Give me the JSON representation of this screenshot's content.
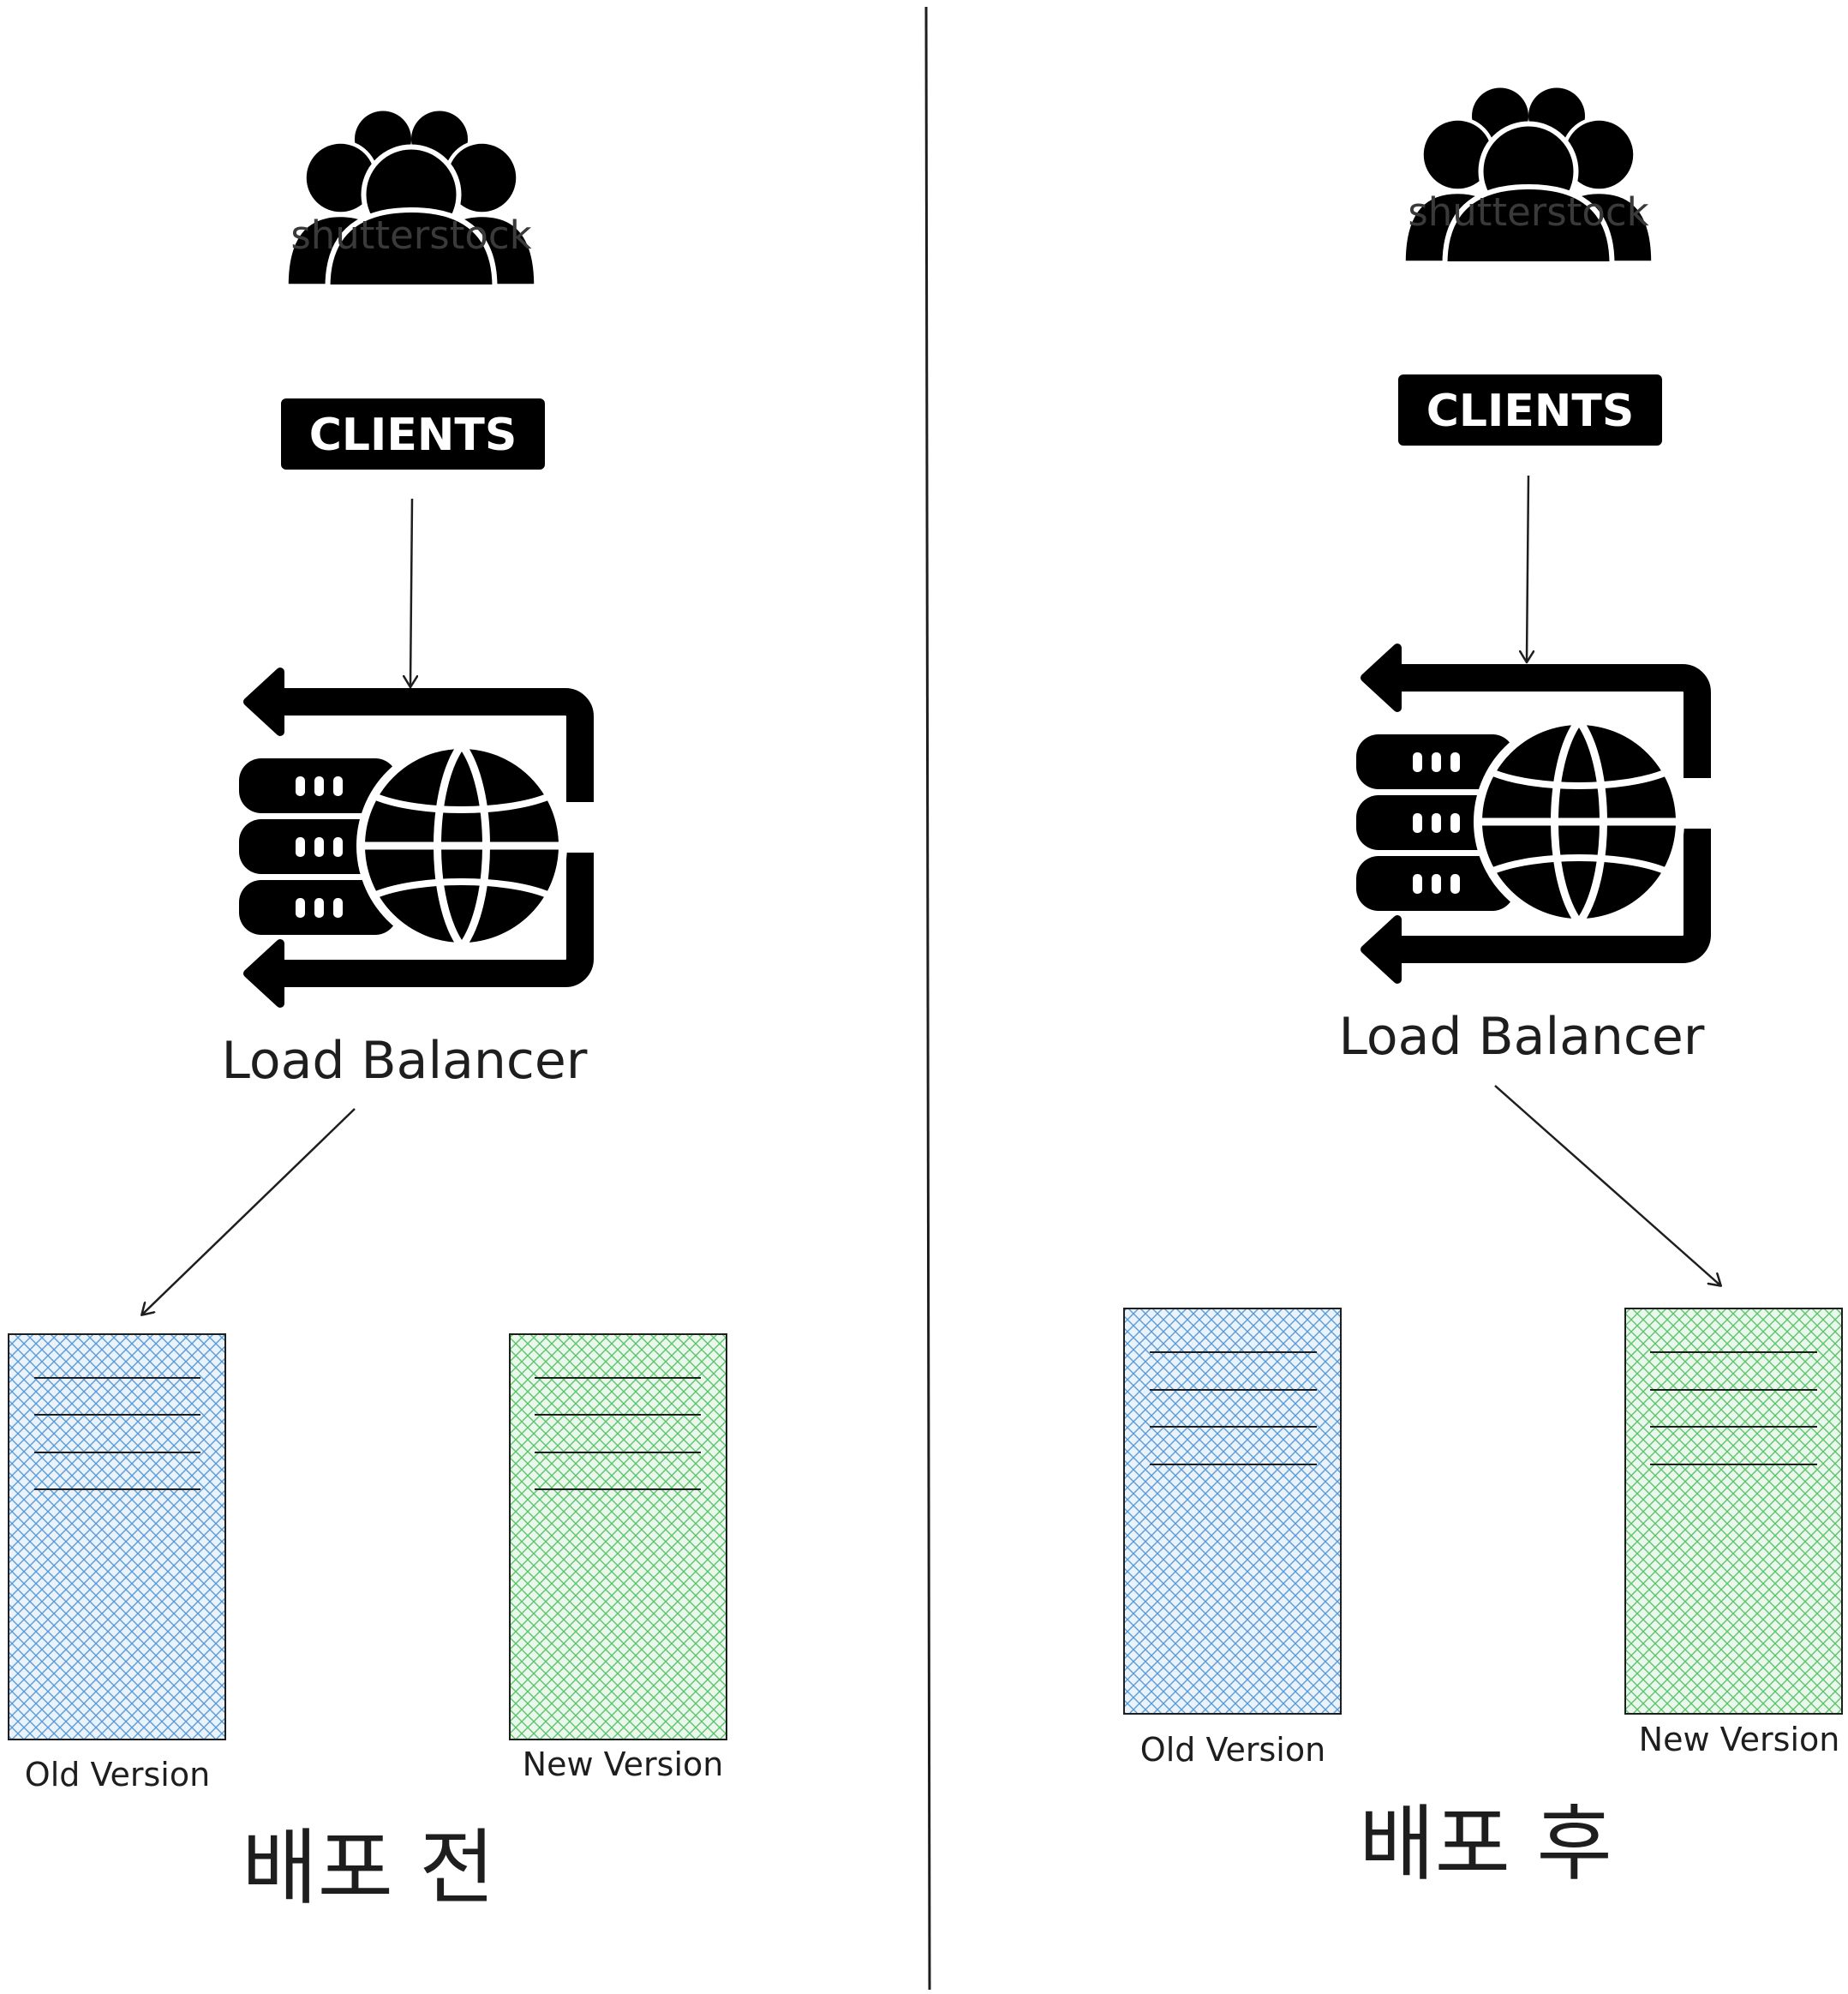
{
  "panels": [
    {
      "clients_label": "CLIENTS",
      "clients_watermark": "shutterstock",
      "load_balancer_label": "Load Balancer",
      "old_server_label": "Old Version",
      "new_server_label": "New Version",
      "caption": "배포 전",
      "traffic_target": "Old Version"
    },
    {
      "clients_label": "CLIENTS",
      "clients_watermark": "shutterstock",
      "load_balancer_label": "Load Balancer",
      "old_server_label": "Old Version",
      "new_server_label": "New Version",
      "caption": "배포 후",
      "traffic_target": "New Version"
    }
  ],
  "colors": {
    "old_version_hatch": "#5b9bd5",
    "new_version_hatch": "#5cc46a",
    "stroke": "#1e1e1e",
    "icon": "#000000"
  },
  "icons": [
    "clients-group-icon",
    "load-balancer-icon"
  ]
}
